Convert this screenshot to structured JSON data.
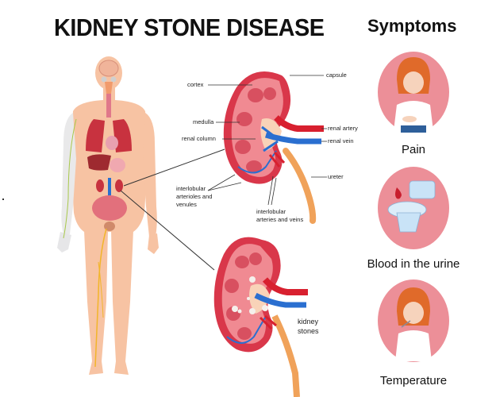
{
  "title": "KIDNEY STONE DISEASE",
  "symptoms": {
    "heading": "Symptoms",
    "items": [
      {
        "label": "Pain",
        "icon": "girl-holding-stomach-icon"
      },
      {
        "label": "Blood in the urine",
        "icon": "toilet-with-blood-drop-icon"
      },
      {
        "label": "Temperature",
        "icon": "girl-with-thermometer-icon"
      }
    ]
  },
  "kidney_anatomy": {
    "labels": {
      "cortex": "cortex",
      "capsule": "capsule",
      "medulla": "medulla",
      "renal_column": "renal column",
      "renal_artery": "renal artery",
      "renal_vein": "renal vein",
      "ureter": "ureter",
      "interlobular_arterioles_1": "interlobular",
      "interlobular_arterioles_2": "arterioles and",
      "interlobular_arterioles_3": "venules",
      "interlobular_arteries_1": "interlobular",
      "interlobular_arteries_2": "arteries and veins"
    }
  },
  "kidney_stones": {
    "label_1": "kidney",
    "label_2": "stones"
  },
  "colors": {
    "skin": "#f7c3a3",
    "kidney_outer": "#d9374a",
    "kidney_inner": "#f08a92",
    "pelvis": "#f8d3b8",
    "artery": "#d8202f",
    "vein": "#2a6fd0",
    "ureter": "#f0a25a",
    "symptom_circle": "#ec8f98",
    "nerve": "#f2b52a"
  }
}
